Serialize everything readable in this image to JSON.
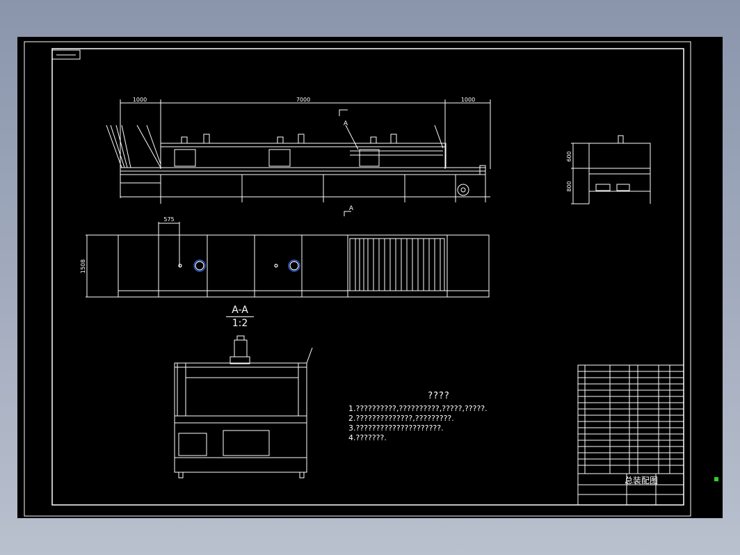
{
  "dimensions": {
    "left_overhang": "1000",
    "middle_length": "7000",
    "right_overhang": "1000",
    "plan_offset": "575",
    "plan_width": "1508",
    "side_top": "600",
    "side_bottom": "800"
  },
  "section": {
    "mark": "A",
    "label": "A-A",
    "scale": "1:2"
  },
  "notes": {
    "title": "????",
    "lines": [
      "1.??????????,??????????,?????,?????.",
      "2.??????????????,?????????.",
      "3.?????????????????????.",
      "4.???????."
    ]
  },
  "title_block": {
    "drawing_title": "总装配图"
  },
  "colors": {
    "sheet": "#000000",
    "lines": "#ffffff",
    "accent_blue": "#3a6bff",
    "marker": "#2bd12b"
  }
}
